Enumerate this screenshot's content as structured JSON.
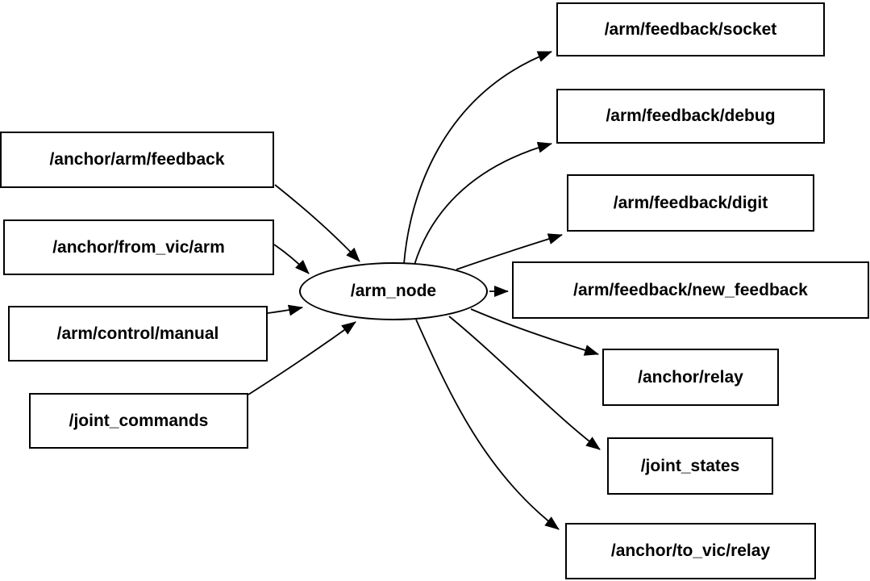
{
  "diagram": {
    "type": "ros-node-graph",
    "colors": {
      "background": "#ffffff",
      "stroke": "#000000",
      "node_fill": "#ffffff",
      "text": "#000000"
    },
    "center_node": {
      "label": "/arm_node",
      "shape": "ellipse"
    },
    "input_topics": [
      {
        "label": "/anchor/arm/feedback"
      },
      {
        "label": "/anchor/from_vic/arm"
      },
      {
        "label": "/arm/control/manual"
      },
      {
        "label": "/joint_commands"
      }
    ],
    "output_topics": [
      {
        "label": "/arm/feedback/socket"
      },
      {
        "label": "/arm/feedback/debug"
      },
      {
        "label": "/arm/feedback/digit"
      },
      {
        "label": "/arm/feedback/new_feedback"
      },
      {
        "label": "/anchor/relay"
      },
      {
        "label": "/joint_states"
      },
      {
        "label": "/anchor/to_vic/relay"
      }
    ],
    "edges": {
      "inputs_to_center": [
        "/anchor/arm/feedback -> /arm_node",
        "/anchor/from_vic/arm -> /arm_node",
        "/arm/control/manual -> /arm_node",
        "/joint_commands -> /arm_node"
      ],
      "center_to_outputs": [
        "/arm_node -> /arm/feedback/socket",
        "/arm_node -> /arm/feedback/debug",
        "/arm_node -> /arm/feedback/digit",
        "/arm_node -> /arm/feedback/new_feedback",
        "/arm_node -> /anchor/relay",
        "/arm_node -> /joint_states",
        "/arm_node -> /anchor/to_vic/relay"
      ]
    }
  }
}
